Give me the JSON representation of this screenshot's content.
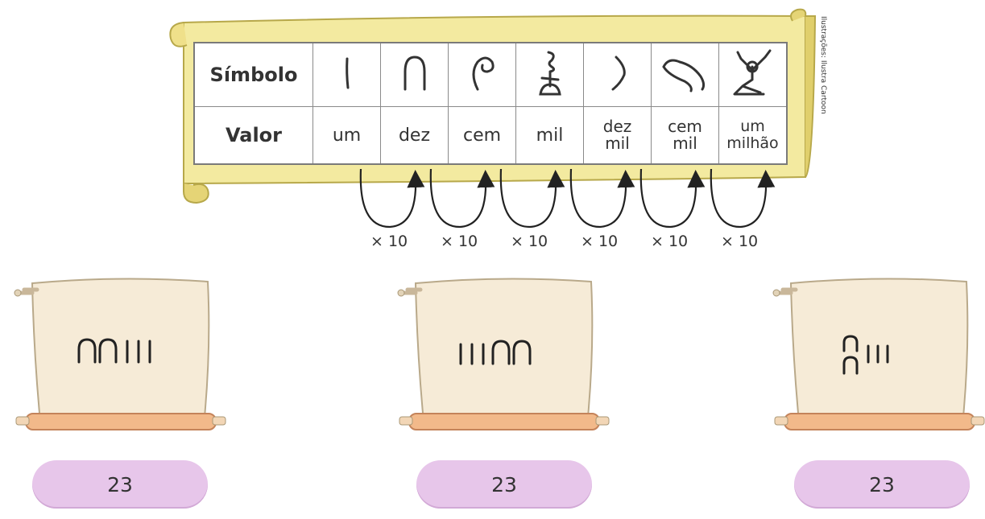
{
  "table": {
    "row_symbol_label": "Símbolo",
    "row_value_label": "Valor",
    "columns": [
      {
        "symbol_icon": "stroke-icon",
        "value": "um"
      },
      {
        "symbol_icon": "heel-bone-icon",
        "value": "dez"
      },
      {
        "symbol_icon": "coil-rope-icon",
        "value": "cem"
      },
      {
        "symbol_icon": "lotus-flower-icon",
        "value": "mil"
      },
      {
        "symbol_icon": "finger-icon",
        "value": "dez mil"
      },
      {
        "symbol_icon": "tadpole-icon",
        "value": "cem mil"
      },
      {
        "symbol_icon": "kneeling-man-icon",
        "value": "um milhão"
      }
    ]
  },
  "credit": "Ilustrações: Ilustra Cartoon",
  "multipliers": [
    "× 10",
    "× 10",
    "× 10",
    "× 10",
    "× 10",
    "× 10"
  ],
  "scrolls": [
    {
      "numeral_icon": "egyptian-numeral-23-tens-first-icon",
      "answer": "23"
    },
    {
      "numeral_icon": "egyptian-numeral-23-ones-first-icon",
      "answer": "23"
    },
    {
      "numeral_icon": "egyptian-numeral-23-stacked-tens-icon",
      "answer": "23"
    }
  ],
  "colors": {
    "banner": "#f3eaa0",
    "banner_shade": "#d9c96a",
    "scroll_paper": "#f6ebd7",
    "scroll_rod": "#f2b98a",
    "answer_pill": "#e7c6ea"
  }
}
